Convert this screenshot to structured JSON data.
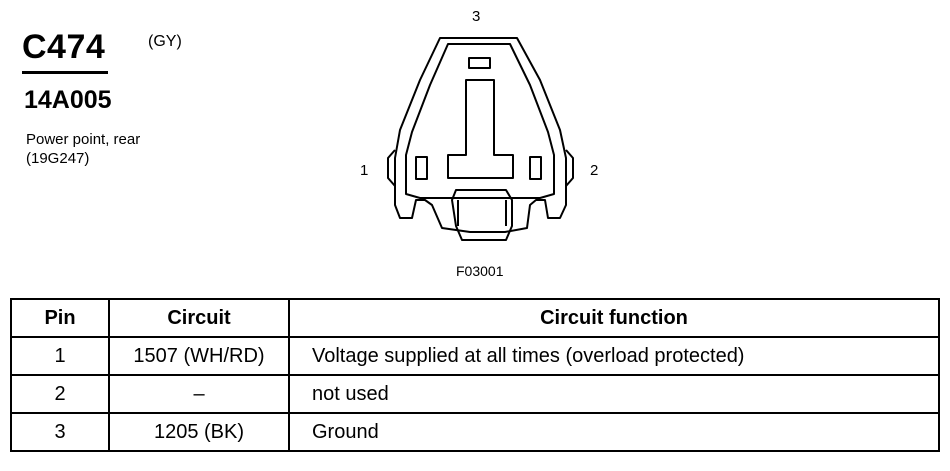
{
  "connector": {
    "id": "C474",
    "color": "(GY)",
    "part_number": "14A005",
    "description_line1": "Power point, rear",
    "description_line2": "(19G247)"
  },
  "diagram": {
    "figure_id": "F03001",
    "pin_labels": {
      "top": "3",
      "left": "1",
      "right": "2"
    }
  },
  "table": {
    "headers": [
      "Pin",
      "Circuit",
      "Circuit function"
    ],
    "rows": [
      {
        "pin": "1",
        "circuit": "1507 (WH/RD)",
        "function": "Voltage supplied at all times (overload protected)"
      },
      {
        "pin": "2",
        "circuit": "–",
        "function": "not used"
      },
      {
        "pin": "3",
        "circuit": "1205 (BK)",
        "function": "Ground"
      }
    ]
  }
}
